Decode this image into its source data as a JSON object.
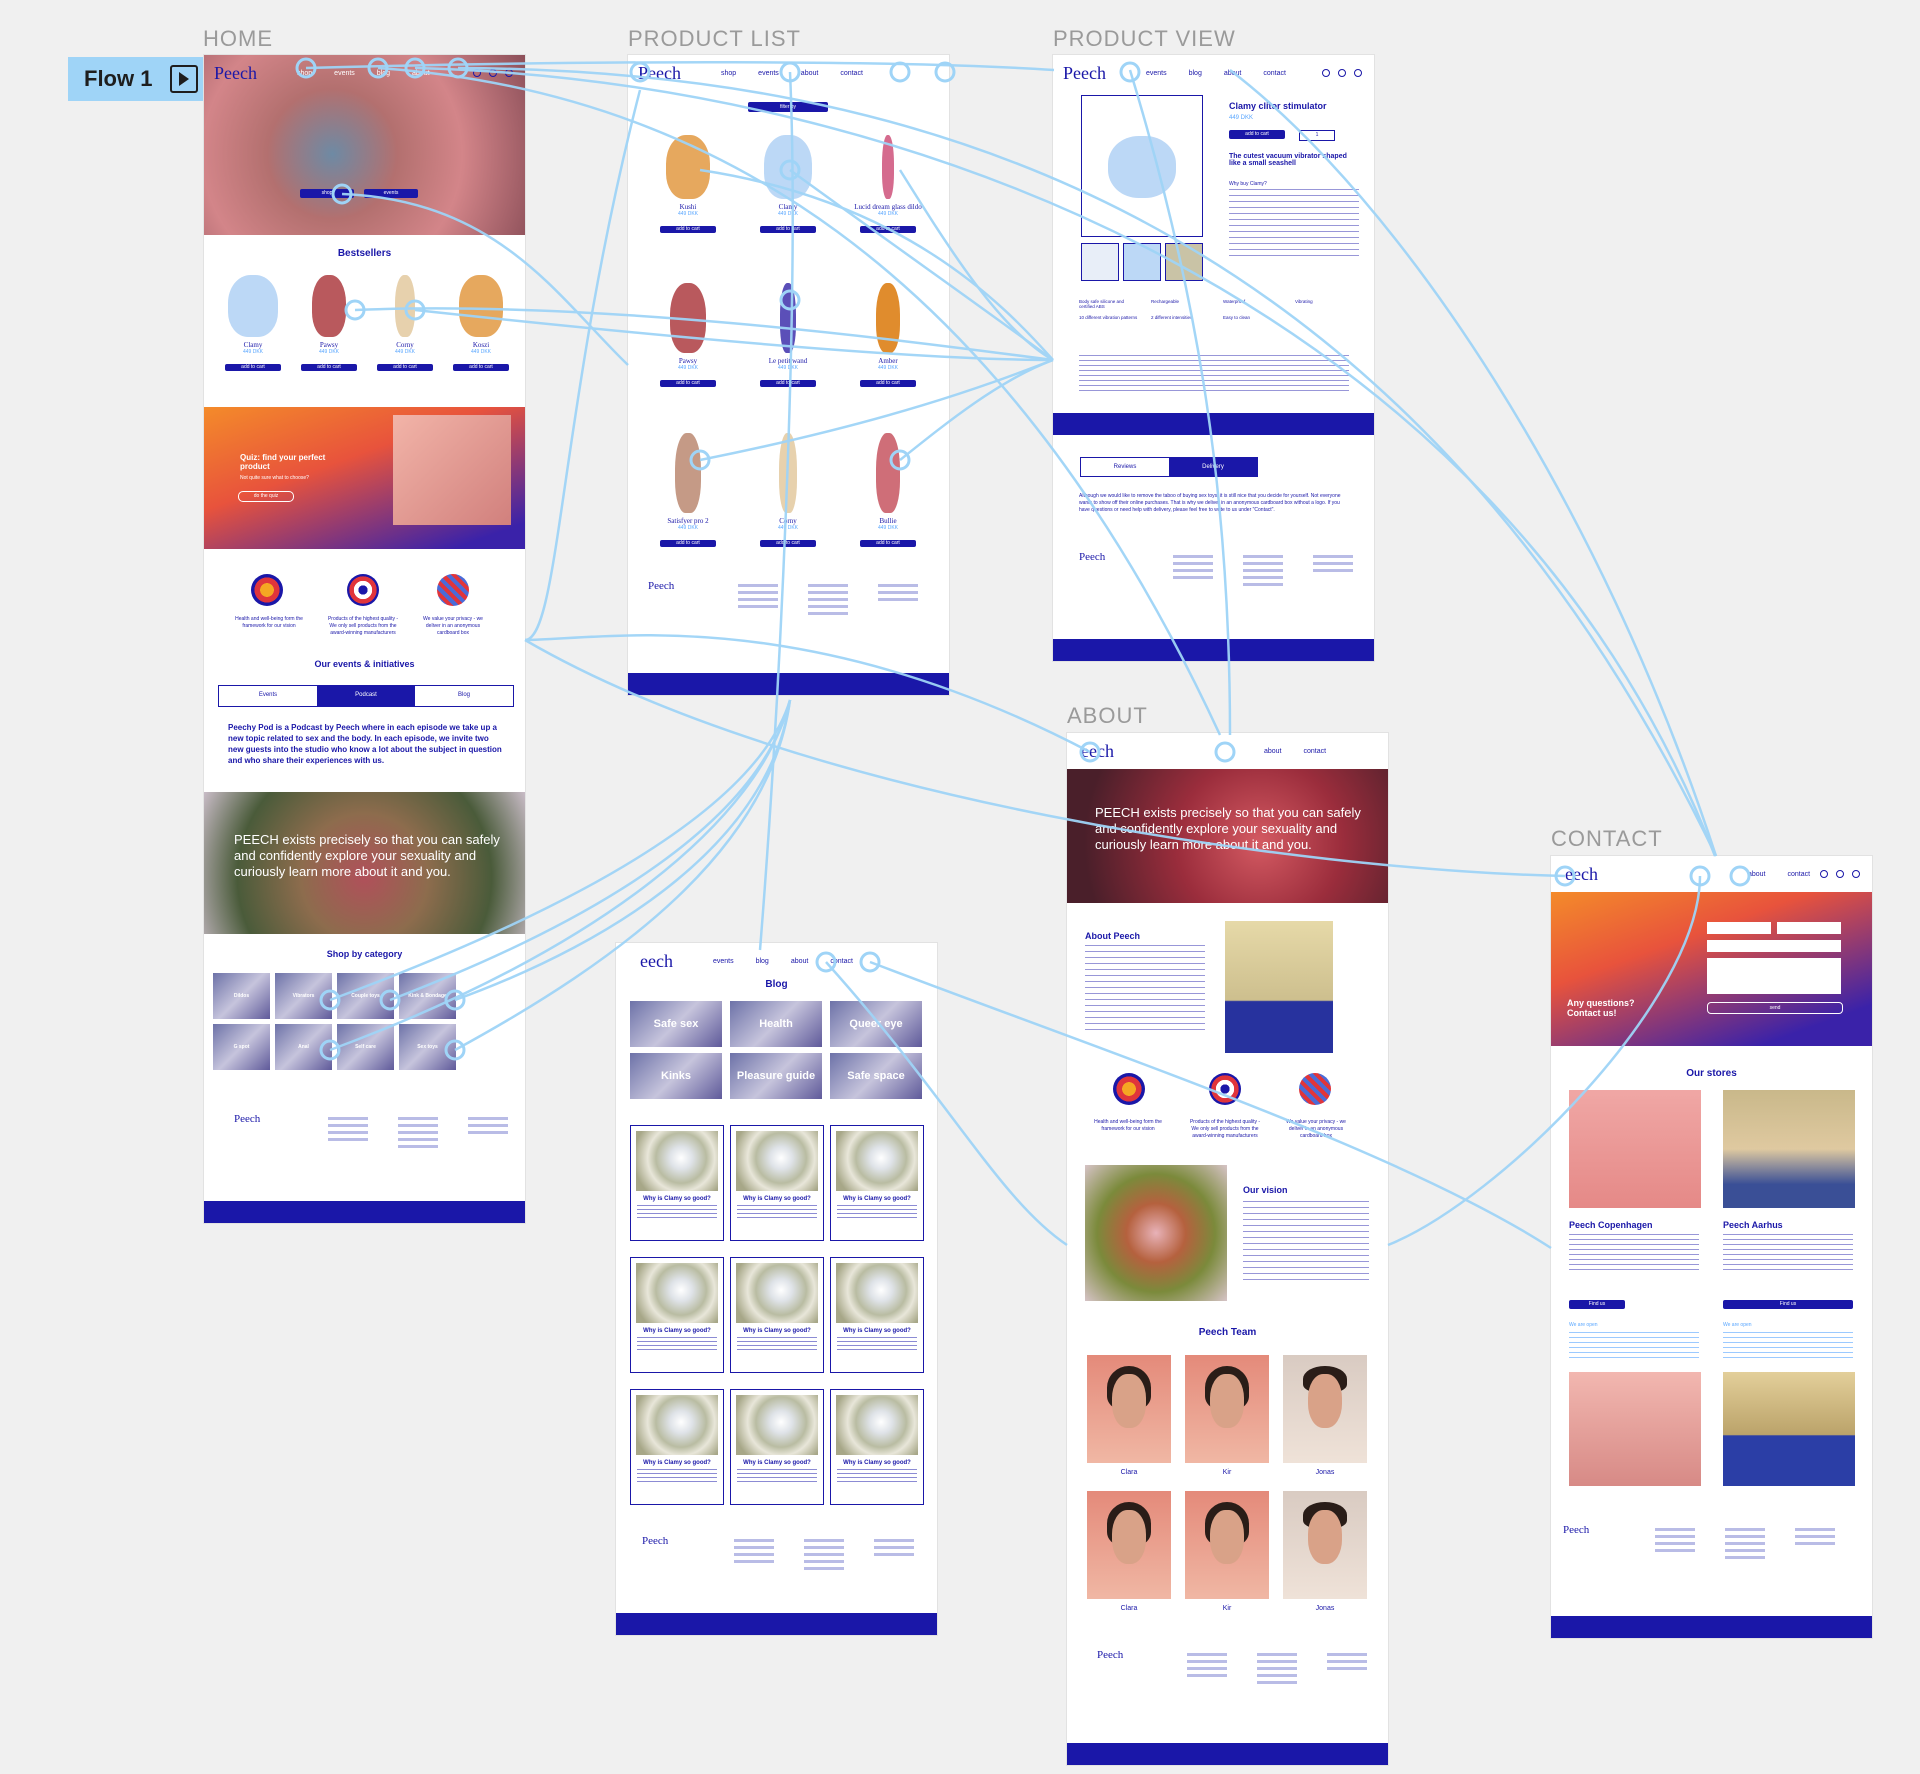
{
  "canvas": {
    "flow_label": "Flow 1",
    "frames": {
      "home": "HOME",
      "product_list": "PRODUCT LIST",
      "product_view": "PRODUCT VIEW",
      "about": "ABOUT",
      "contact": "CONTACT"
    }
  },
  "brand": {
    "logo": "Peech",
    "logo_partial": "eech"
  },
  "nav": {
    "shop": "shop",
    "events": "events",
    "blog": "blog",
    "about": "about",
    "contact": "contact"
  },
  "home": {
    "hero_buttons": {
      "shop": "shop",
      "events": "events"
    },
    "bestsellers_title": "Bestsellers",
    "bestsellers": [
      {
        "name": "Clamy",
        "price": "449 DKK"
      },
      {
        "name": "Pawsy",
        "price": "449 DKK"
      },
      {
        "name": "Corny",
        "price": "449 DKK"
      },
      {
        "name": "Koszi",
        "price": "449 DKK"
      }
    ],
    "add_to_cart": "add to cart",
    "quiz": {
      "title": "Quiz: find your perfect product",
      "subtitle": "Not quite sure what to choose?",
      "button": "do the quiz"
    },
    "values": [
      {
        "text": "Health and well-being form the framework for our vision"
      },
      {
        "text": "Products of the highest quality - We only sell products from the award-winning manufacturers"
      },
      {
        "text": "We value your privacy - we deliver in an anonymous cardboard box"
      }
    ],
    "events_title": "Our events & initiatives",
    "tabs": {
      "events": "Events",
      "podcast": "Podcast",
      "blog": "Blog"
    },
    "podcast_text": "Peechy Pod is a Podcast by Peech where in each episode we take up a new topic related to sex and the body. In each episode, we invite two new guests into the studio who know a lot about the subject in question and who share their experiences with us.",
    "exists_text": "PEECH exists precisely so that you can safely and confidently explore your sexuality and curiously learn more about it and you.",
    "category_title": "Shop by category",
    "categories": [
      "Dildos",
      "Vibrators",
      "Couple toys",
      "Kink & Bondage",
      "G spot",
      "Anal",
      "Self care",
      "Sex toys"
    ]
  },
  "product_list": {
    "filter": "filter by",
    "products": [
      {
        "name": "Kushi",
        "price": "449 DKK"
      },
      {
        "name": "Clamy",
        "price": "449 DKK"
      },
      {
        "name": "Lucid dream glass dildo",
        "price": "449 DKK"
      },
      {
        "name": "Pawsy",
        "price": "449 DKK"
      },
      {
        "name": "Le petit wand",
        "price": "449 DKK"
      },
      {
        "name": "Amber",
        "price": "449 DKK"
      },
      {
        "name": "Satisfyer pro 2",
        "price": "449 DKK"
      },
      {
        "name": "Corny",
        "price": "449 DKK"
      },
      {
        "name": "Bullie",
        "price": "449 DKK"
      }
    ]
  },
  "product_view": {
    "title": "Clamy clitor stimulator",
    "price": "449 DKK",
    "add_to_cart": "add to cart",
    "qty": "1",
    "headline": "The cutest vacuum vibrator shaped like a small seashell",
    "why": "Why buy Clamy?",
    "features": [
      "Body safe silicone and certified ABS",
      "Rechargeable",
      "Waterproof",
      "Vibrating",
      "10 different vibration patterns",
      "2 different intensities",
      "Easy to clean"
    ],
    "tabs": {
      "reviews": "Reviews",
      "delivery": "Delivery"
    },
    "delivery_text": "Although we would like to remove the taboo of buying sex toys, it is still nice that you decide for yourself. Not everyone wants to show off their online purchases. That is why we deliver in an anonymous cardboard box without a logo. If you have questions or need help with delivery, please feel free to write to us under \"Contact\"."
  },
  "blog": {
    "title": "Blog",
    "tiles": [
      "Safe sex",
      "Health",
      "Queer eye",
      "Kinks",
      "Pleasure guide",
      "Safe space"
    ],
    "post_title": "Why is Clamy so good?"
  },
  "about": {
    "hero_text": "PEECH exists precisely so that you can safely and confidently explore your sexuality and curiously learn more about it and you.",
    "about_title": "About Peech",
    "vision_title": "Our vision",
    "team_title": "Peech Team",
    "team": [
      "Clara",
      "Kir",
      "Jonas",
      "Clara",
      "Kir",
      "Jonas"
    ]
  },
  "contact": {
    "question": "Any questions? Contact us!",
    "send": "send",
    "stores_title": "Our stores",
    "stores": [
      {
        "name": "Peech Copenhagen",
        "button": "Find us",
        "open": "We are open"
      },
      {
        "name": "Peech Aarhus",
        "button": "Find us",
        "open": "We are open"
      }
    ]
  },
  "colors": {
    "accent": "#1a17a8",
    "flow": "#9fd4f7",
    "price": "#5aa7ff",
    "canvas": "#f0f0f0"
  }
}
